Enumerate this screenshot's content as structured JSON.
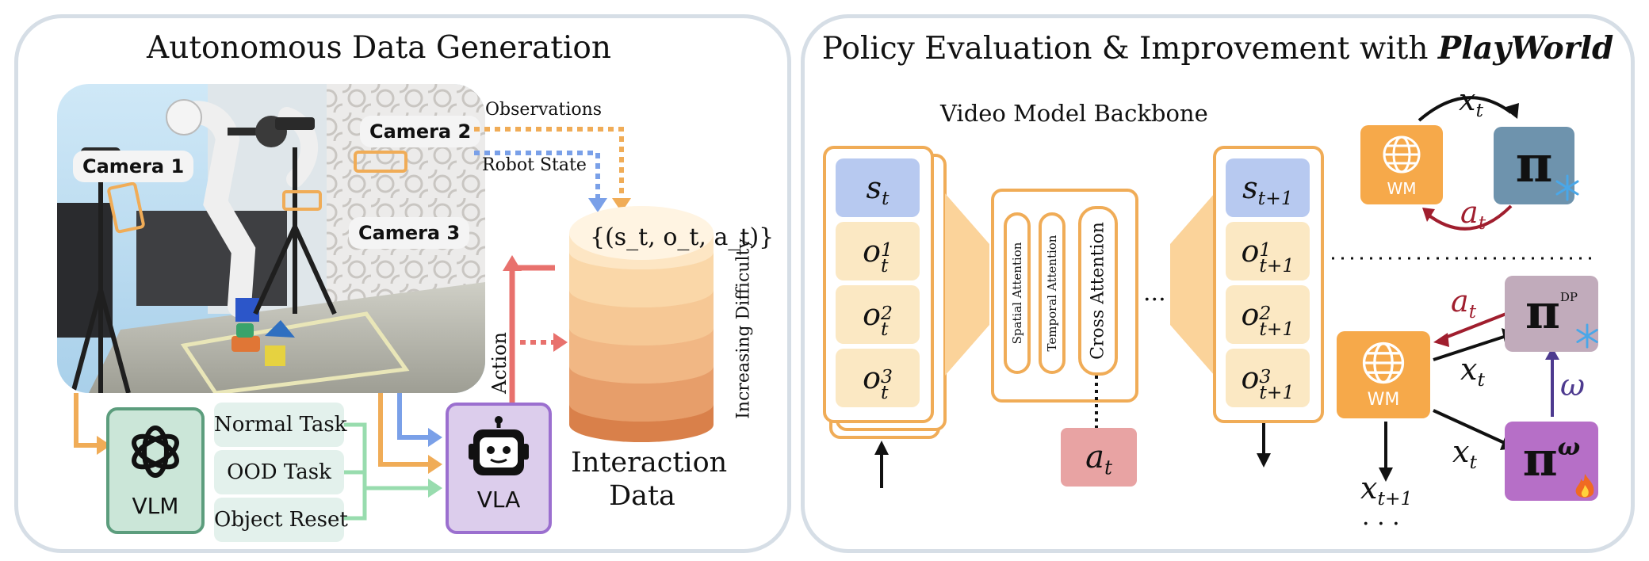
{
  "left_panel": {
    "title": "Autonomous Data Generation",
    "cameras": [
      "Camera 1",
      "Camera 2",
      "Camera 3"
    ],
    "stream_labels": [
      "Observations",
      "Robot State"
    ],
    "action_label": "Action",
    "tasks": [
      "Normal Task",
      "OOD Task",
      "Object Reset"
    ],
    "vlm_label": "VLM",
    "vla_label": "VLA",
    "database_tuple": "{(s_t, o_t, a_t)}",
    "difficulty_label": "Increasing Difficulty",
    "data_label_line1": "Interaction",
    "data_label_line2": "Data"
  },
  "right_panel": {
    "title_prefix": "Policy Evaluation & Improvement with ",
    "title_emphasis": "PlayWorld",
    "backbone_label": "Video Model Backbone",
    "attention_layers": [
      "Spatial Attention",
      "Temporal Attention",
      "Cross Attention"
    ],
    "ellipsis": "...",
    "input_stack": [
      "s_t",
      "o_t^1",
      "o_t^2",
      "o_t^3"
    ],
    "output_stack": [
      "s_t+1",
      "o_t+1^1",
      "o_t+1^2",
      "o_t+1^3"
    ],
    "action_token": "a_t",
    "wm_label": "WM",
    "policy_symbol": "π",
    "policy_dp_superscript": "DP",
    "policy_omega_superscript": "ω",
    "omega_label": "ω",
    "x_label": "x_t",
    "a_label": "a_t",
    "rollout_label": "x_t+1",
    "rollout_ellipsis": "· · ·"
  },
  "colors": {
    "panel_border": "#d6dee6",
    "orange": "#f0ac57",
    "wm_box": "#f6a94a",
    "policy_blue": "#6e93ad",
    "policy_mauve": "#c1abbb",
    "policy_purple": "#b66fc7",
    "crimson": "#a01e2e",
    "indigo": "#4d3a8f",
    "action_pink": "#e8a3a3",
    "green": "#98dcae",
    "blue_arrow": "#7aa0e8",
    "red_arrow": "#e8716d"
  },
  "icons": [
    "camera-icon",
    "openai-logo-icon",
    "robot-face-icon",
    "globe-icon",
    "snowflake-icon",
    "fire-icon"
  ]
}
